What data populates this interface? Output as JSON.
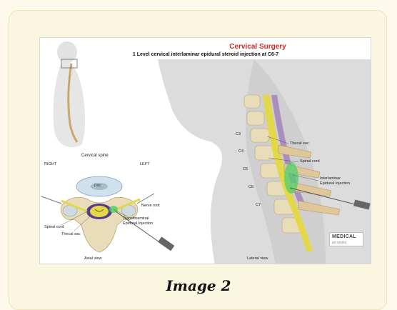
{
  "figure": {
    "title": "Cervical Surgery",
    "subtitle": "1 Level cervical interlaminar epidural steroid injection at C6-7",
    "axial": {
      "heading": "Cervical spine",
      "right": "RIGHT",
      "left": "LEFT",
      "disc_label": "Disc",
      "nerve_root": "Nerve root",
      "spinal_cord": "Spinal cord",
      "thecal_sac": "Thecal sac",
      "transforaminal_line1": "Transforaminal",
      "transforaminal_line2": "Epidural Injection",
      "view": "Axial view"
    },
    "lateral": {
      "levels": [
        "C3",
        "C4",
        "C5",
        "C6",
        "C7"
      ],
      "thecal_sac": "Thecal sac",
      "spinal_cord": "Spinal cord",
      "interlaminar_line1": "Interlaminar",
      "interlaminar_line2": "Epidural Injection",
      "view": "Lateral view"
    },
    "logo_line1": "MEDICAL",
    "logo_line2": "art works"
  },
  "caption": "Image 2",
  "colors": {
    "card_bg": "#fbf6df",
    "title_red": "#d6281f",
    "bone": "#e9dcb8",
    "cord_yellow": "#e3d84a",
    "injection_green": "#4fd06a",
    "skin": "#d9d9d9"
  }
}
